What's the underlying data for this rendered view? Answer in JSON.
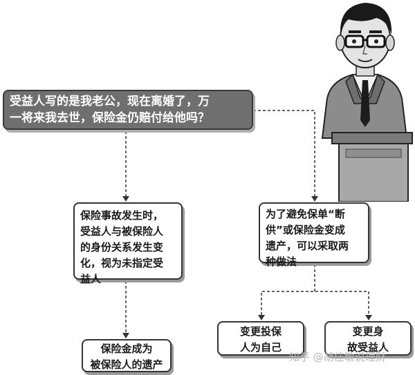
{
  "question": {
    "lines": [
      "受益人写的是我老公，现在离婚了，万",
      "一将来我去世，保险金仍赔付给他吗？"
    ]
  },
  "left_branch": {
    "lines": [
      "保险事故发生时，",
      "受益人与被保险人",
      "的身份关系发生变",
      "化，视为未指定受",
      "益人"
    ],
    "result_lines": [
      "保险金成为",
      "被保险人的遗产"
    ]
  },
  "right_branch": {
    "lines": [
      "为了避免保单“断",
      "供”或保险金变成",
      "遗产，可以采取两",
      "种做法"
    ],
    "option1_lines": [
      "变更投保",
      "人为自己"
    ],
    "option2_lines": [
      "变更身",
      "故受益人"
    ]
  },
  "watermark": "知乎 @胡佳敏说理财",
  "colors": {
    "question_bg": "#6f6f6f",
    "border": "#333333",
    "shadow": "#9a9a9a"
  }
}
